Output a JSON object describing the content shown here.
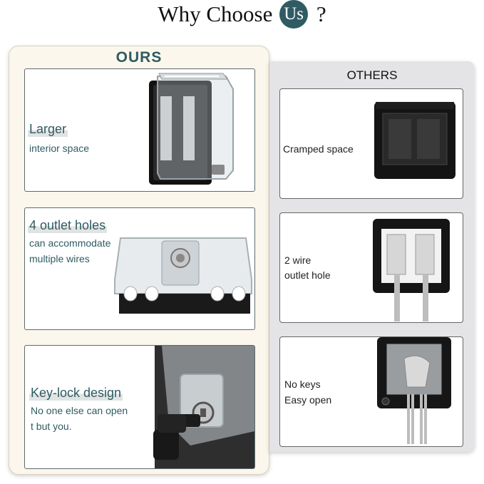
{
  "heading": {
    "prefix": "Why Choose",
    "badge": "Us",
    "suffix": "?"
  },
  "ours": {
    "title": "OURS",
    "cards": [
      {
        "headline": "Larger",
        "lines": [
          "interior space"
        ]
      },
      {
        "headline": "4 outlet holes",
        "lines": [
          "can accommodate",
          "multiple wires"
        ]
      },
      {
        "headline": "Key-lock design",
        "lines": [
          "No one else can open",
          "t but you."
        ]
      }
    ]
  },
  "others": {
    "title": "OTHERS",
    "cards": [
      {
        "lines": [
          "Cramped space"
        ]
      },
      {
        "lines": [
          "2 wire",
          "outlet hole"
        ]
      },
      {
        "lines": [
          "No keys",
          "Easy  open"
        ]
      }
    ]
  },
  "colors": {
    "accent": "#2f5b63",
    "ours_bg": "#fbf7ec",
    "others_bg": "#e4e4e6"
  }
}
